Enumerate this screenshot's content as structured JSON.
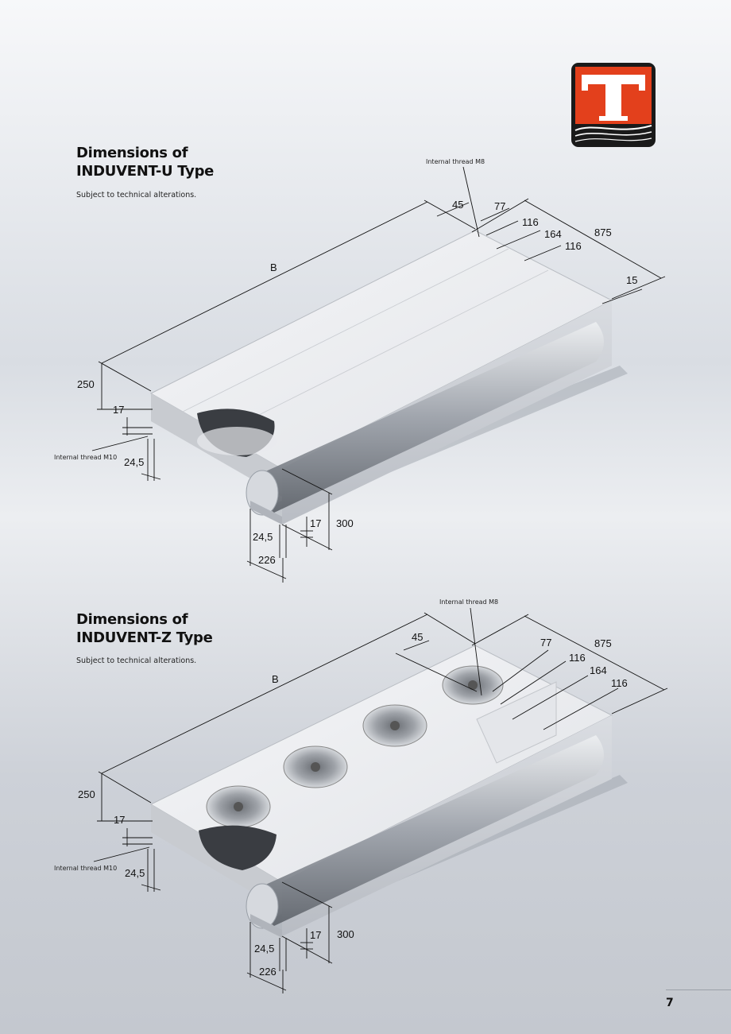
{
  "brand": {
    "logo_letter": "T",
    "accent": "#e3401c",
    "dark": "#1a1a1a"
  },
  "page_number": "7",
  "section_u": {
    "title_line1": "Dimensions of",
    "title_line2": "INDUVENT-U Type",
    "note": "Subject to technical alterations.",
    "labels": {
      "thread_m8": "Internal thread M8",
      "thread_m10": "Internal thread M10",
      "b": "B",
      "d45": "45",
      "d77": "77",
      "d116a": "116",
      "d164": "164",
      "d116b": "116",
      "d875": "875",
      "d15": "15",
      "d250": "250",
      "d17a": "17",
      "d245a": "24,5",
      "d17b": "17",
      "d300": "300",
      "d245b": "24,5",
      "d226": "226"
    }
  },
  "section_z": {
    "title_line1": "Dimensions of",
    "title_line2": "INDUVENT-Z Type",
    "note": "Subject to technical alterations.",
    "labels": {
      "thread_m8": "Internal thread M8",
      "thread_m10": "Internal thread M10",
      "b": "B",
      "d45": "45",
      "d77": "77",
      "d116a": "116",
      "d164": "164",
      "d116b": "116",
      "d875": "875",
      "d250": "250",
      "d17a": "17",
      "d245a": "24,5",
      "d17b": "17",
      "d300": "300",
      "d245b": "24,5",
      "d226": "226"
    }
  }
}
